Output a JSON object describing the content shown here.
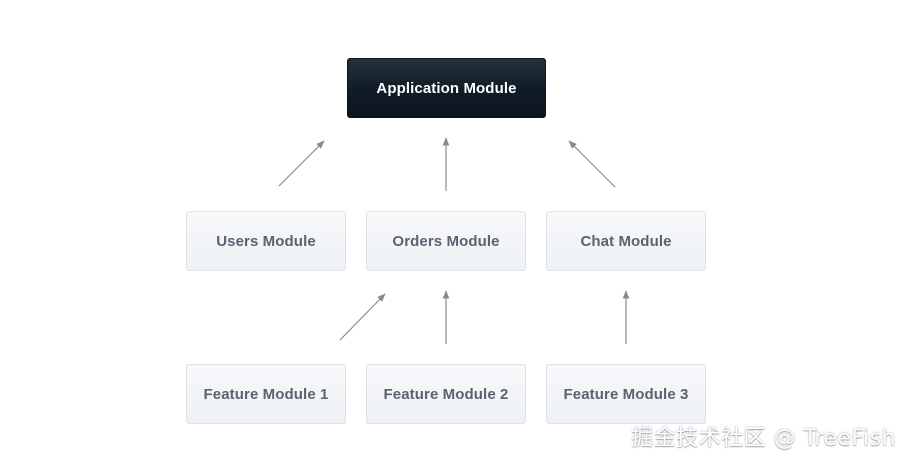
{
  "diagram": {
    "root": {
      "label": "Application Module"
    },
    "middle": [
      {
        "label": "Users Module"
      },
      {
        "label": "Orders Module"
      },
      {
        "label": "Chat Module"
      }
    ],
    "bottom": [
      {
        "label": "Feature Module 1"
      },
      {
        "label": "Feature Module 2"
      },
      {
        "label": "Feature Module 3"
      }
    ],
    "edges": [
      {
        "from": "Users Module",
        "to": "Application Module"
      },
      {
        "from": "Orders Module",
        "to": "Application Module"
      },
      {
        "from": "Chat Module",
        "to": "Application Module"
      },
      {
        "from": "Feature Module 1",
        "to": "Orders Module"
      },
      {
        "from": "Feature Module 2",
        "to": "Orders Module"
      },
      {
        "from": "Feature Module 3",
        "to": "Chat Module"
      }
    ],
    "colors": {
      "root_background": "#0f1b26",
      "root_text": "#ffffff",
      "module_background": "#f1f3f6",
      "module_border": "#dde2e8",
      "module_text": "#5a6470",
      "arrow": "#8a8a8a"
    }
  },
  "watermark": {
    "text": "掘金技术社区 @ TreeFish"
  }
}
